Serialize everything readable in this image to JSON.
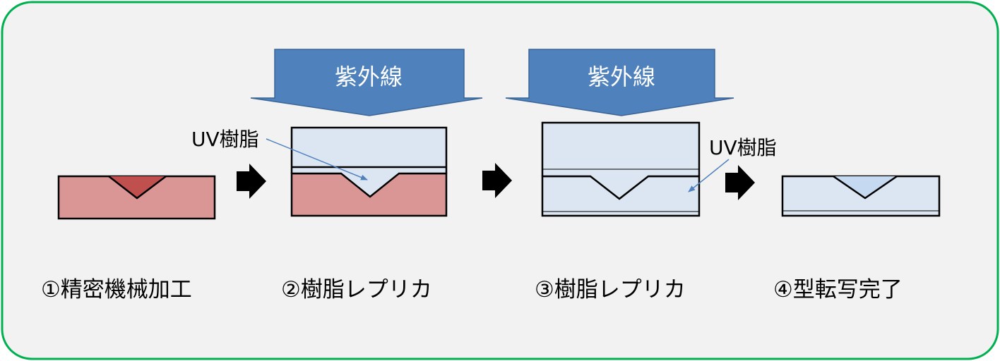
{
  "colors": {
    "panel_bg": "#f2f2f2",
    "panel_border": "#00b050",
    "mold_fill": "#da9694",
    "groove_fill": "#c0504d",
    "resin_fill": "#dce6f2",
    "resin_tip_fill": "#c5d9f1",
    "uv_arrow_fill": "#4f81bd",
    "uv_arrow_stroke": "#3a6596",
    "leader_line": "#4f81bd",
    "outline": "#000000",
    "step_arrow": "#000000"
  },
  "uv_arrows": [
    {
      "label": "紫外線"
    },
    {
      "label": "紫外線"
    }
  ],
  "annotations": [
    {
      "label": "UV樹脂"
    },
    {
      "label": "UV樹脂"
    }
  ],
  "steps": [
    {
      "label": "①精密機械加工"
    },
    {
      "label": "②樹脂レプリカ"
    },
    {
      "label": "③樹脂レプリカ"
    },
    {
      "label": "④型転写完了"
    }
  ],
  "step_arrow_icon": "right-arrow-icon"
}
